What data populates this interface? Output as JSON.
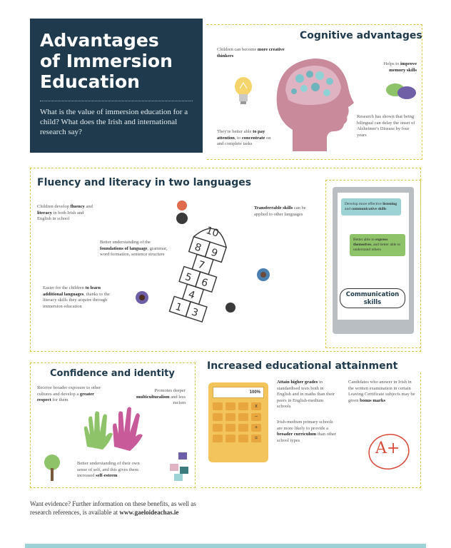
{
  "title": {
    "line1": "Advantages",
    "line2": "of Immersion",
    "line3": "Education",
    "question": "What is the value of immersion education for a child? What does the Irish and international research say?"
  },
  "cognitive": {
    "heading": "Cognitive advantages",
    "creative_pre": "Children can become ",
    "creative_bold": "more creative thinkers",
    "memory_pre": "Helps to ",
    "memory_bold": "improve memory skills",
    "alzheimer": "Research has shown that being bilingual can delay the onset of Alzheimer's Disease by four years",
    "attention_pre": "They're better able ",
    "attention_bold1": "to pay attention",
    "attention_mid": ", to ",
    "attention_bold2": "concentrate",
    "attention_post": " on and complete tasks"
  },
  "fluency": {
    "heading": "Fluency and literacy in two languages",
    "develop_pre": "Children develop ",
    "develop_bold1": "fluency",
    "develop_mid": " and ",
    "develop_bold2": "literacy",
    "develop_post": " in both Irish and English in school",
    "transfer_bold": "Transferrable skills",
    "transfer_post": " can be applied to other languages",
    "foundations_pre": "Better understanding of the ",
    "foundations_bold": "foundations of language",
    "foundations_post": ", grammar, word formation, sentence structure",
    "learn_pre": "Easier for the children ",
    "learn_bold": "to learn additional languages",
    "learn_post": ", thanks to the literacy skills they acquire through immersion education",
    "hopscotch": [
      "1",
      "2",
      "3",
      "4",
      "5",
      "6",
      "7",
      "8",
      "9",
      "10"
    ]
  },
  "communication": {
    "bubble1_pre": "Develop more effective ",
    "bubble1_bold1": "listening",
    "bubble1_mid": " and ",
    "bubble1_bold2": "communicative skills",
    "bubble2_pre": "Better able to ",
    "bubble2_bold": "express themselves",
    "bubble2_post": ", and better able to understand others",
    "label": "Communication skills",
    "colors": {
      "bubble1": "#9ed3d6",
      "bubble2": "#8fc36a"
    }
  },
  "confidence": {
    "heading": "Confidence and identity",
    "respect_pre": "Receive broader exposure to other cultures and develop a ",
    "respect_bold": "greater respect",
    "respect_post": " for them",
    "multi_pre": "Promotes deeper ",
    "multi_bold": "multiculturalism",
    "multi_post": " and less racism",
    "esteem_pre": "Better understanding of their own sense of self, and this gives them increased ",
    "esteem_bold": "self-esteem"
  },
  "attainment": {
    "heading": "Increased educational attainment",
    "calc_display": "100%",
    "calc_keys": [
      "x",
      "−",
      "+",
      "="
    ],
    "grades_bold": "Attain higher grades",
    "grades_post": " in standardised tests both in English and in maths than their peers in English-medium schools",
    "curriculum_pre": "Irish-medium primary schools are more likely to provide a ",
    "curriculum_bold": "broader curriculum",
    "curriculum_post": " than other school types",
    "bonus_pre": "Candidates who answer in Irish in the written examination in certain Leaving Certificate subjects may be given ",
    "bonus_bold": "bonus marks",
    "grade_mark": "A+"
  },
  "footer": {
    "text": "Want evidence? Further information on these benefits, as well as research references, is available at ",
    "link": "www.gaeloideachas.ie"
  },
  "colors": {
    "navy": "#1e3a4c",
    "teal": "#9ed3d6",
    "gold": "#f3c45b",
    "head": "#c98a9c",
    "brain": "#e0b3c2"
  }
}
